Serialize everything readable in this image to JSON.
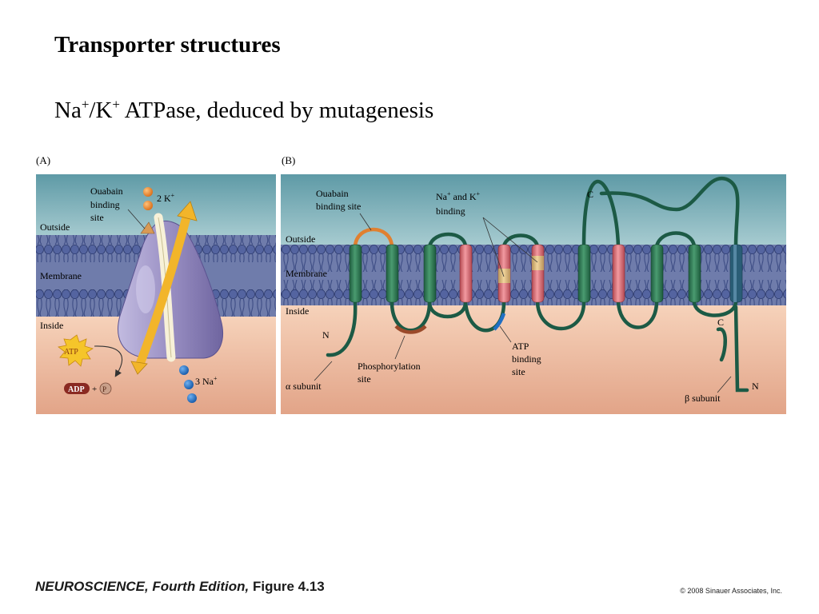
{
  "slide": {
    "title": "Transporter structures",
    "subtitle_parts": {
      "na": "Na",
      "plus": "+",
      "slash_k": "/K",
      "rest": " ATPase, deduced by mutagenesis"
    }
  },
  "panel_a": {
    "label": "(A)",
    "outside": "Outside",
    "membrane": "Membrane",
    "inside": "Inside",
    "ouabain_line1": "Ouabain",
    "ouabain_line2": "binding",
    "ouabain_line3": "site",
    "k_ions": "2 K",
    "na_ions": "3 Na",
    "superscript_plus": "+",
    "atp": "ATP",
    "adp": "ADP",
    "plus_sign": "+",
    "phosphate": "P"
  },
  "panel_b": {
    "label": "(B)",
    "outside": "Outside",
    "membrane": "Membrane",
    "inside": "Inside",
    "ouabain_line1": "Ouabain",
    "ouabain_line2": "binding site",
    "nak_line1_na": "Na",
    "nak_line1_mid": " and K",
    "nak_line2": "binding",
    "superscript_plus": "+",
    "phosphorylation_line1": "Phosphorylation",
    "phosphorylation_line2": "site",
    "atp_line1": "ATP",
    "atp_line2": "binding",
    "atp_line3": "site",
    "alpha_subunit": "α subunit",
    "beta_subunit": "β subunit",
    "n_terminus": "N",
    "c_terminus": "C"
  },
  "footer": {
    "book_title": "NEUROSCIENCE, Fourth Edition,",
    "figure_label": " Figure 4.13",
    "copyright": "© 2008 Sinauer Associates, Inc."
  },
  "colors": {
    "outside_top": "#5e9aa6",
    "outside_bottom": "#a7cbd0",
    "membrane": "#6a78a8",
    "lipid_head": "#4a5a90",
    "inside_top": "#f4cbb0",
    "inside_bottom": "#dfa085",
    "helix_green": "#2f7a55",
    "helix_red": "#e06a74",
    "helix_tan": "#d9b77a",
    "loop_dark": "#1c5a45",
    "ouabain_orange": "#e08030",
    "k_ion": "#e8872a",
    "na_ion": "#1f6fc4",
    "pump_body": "#9d93c6",
    "arrow_yellow": "#f2b52a",
    "arrow_white": "#f7f1d8",
    "atp_star": "#f5c52a",
    "adp_fill": "#8a2a22"
  }
}
